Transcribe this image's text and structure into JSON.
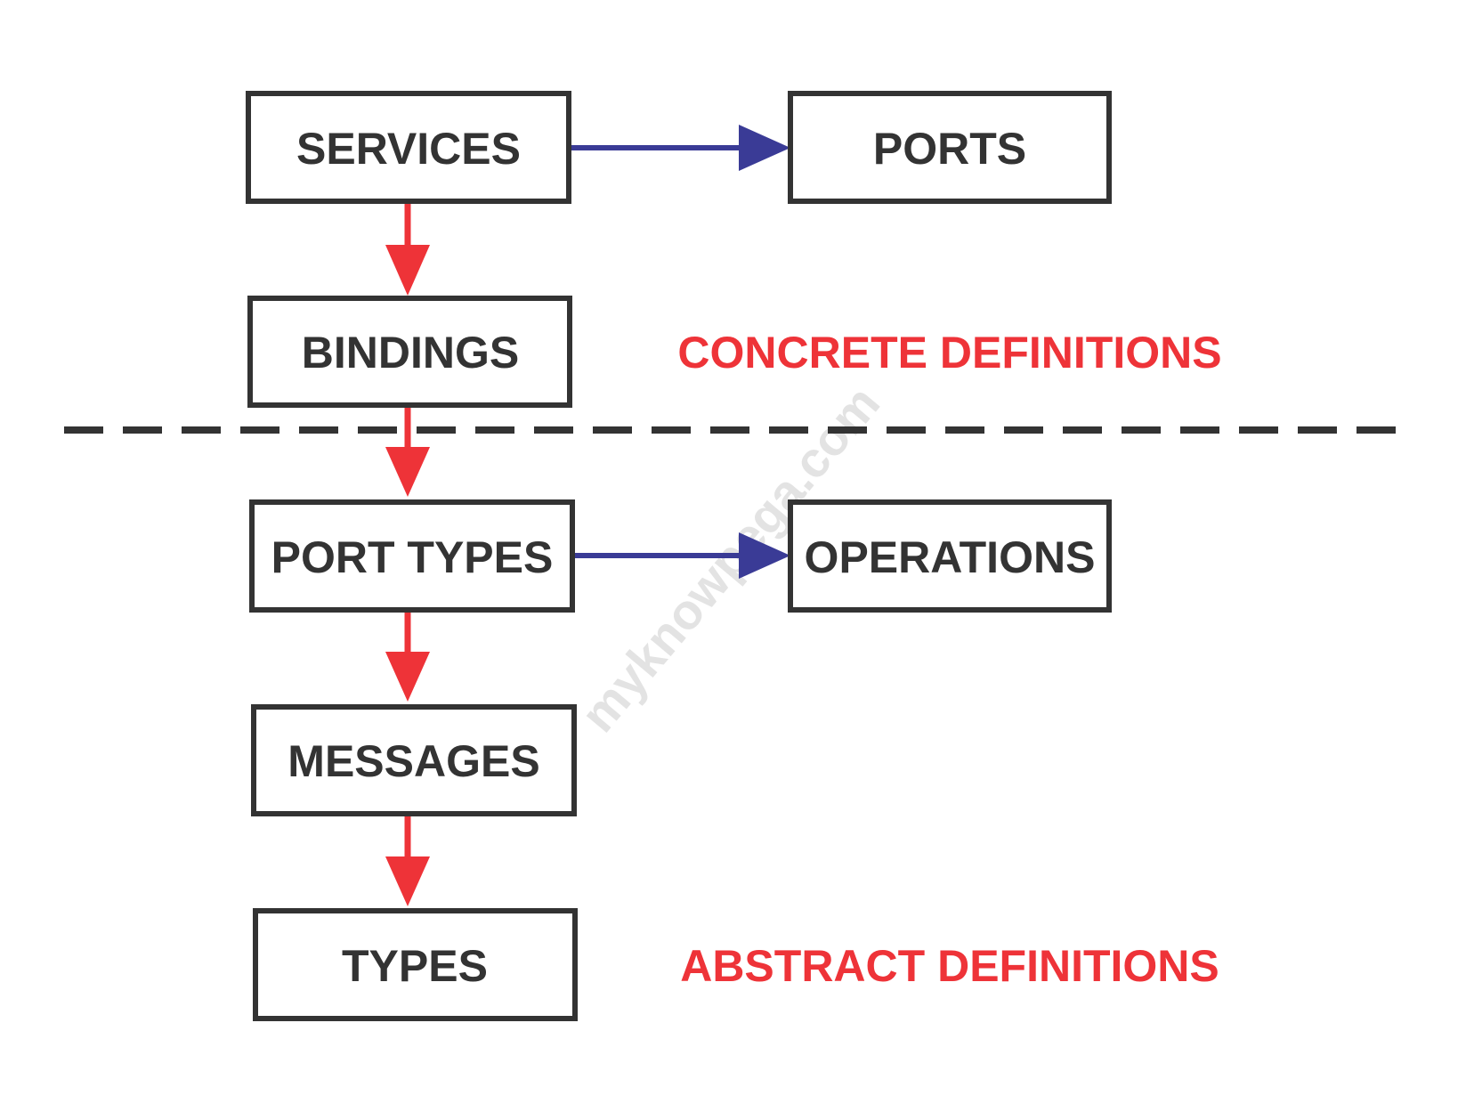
{
  "boxes": {
    "services": "SERVICES",
    "ports": "PORTS",
    "bindings": "BINDINGS",
    "port_types": "PORT TYPES",
    "operations": "OPERATIONS",
    "messages": "MESSAGES",
    "types": "TYPES"
  },
  "sections": {
    "concrete": "CONCRETE DEFINITIONS",
    "abstract": "ABSTRACT DEFINITIONS"
  },
  "watermark": "myknowpega.com",
  "colors": {
    "box_border": "#333333",
    "box_text": "#333333",
    "hierarchy_arrow": "#ee3338",
    "relation_arrow": "#3a3b96",
    "section_label": "#ee3338",
    "divider": "#333333",
    "watermark": "#e3e3e3"
  }
}
